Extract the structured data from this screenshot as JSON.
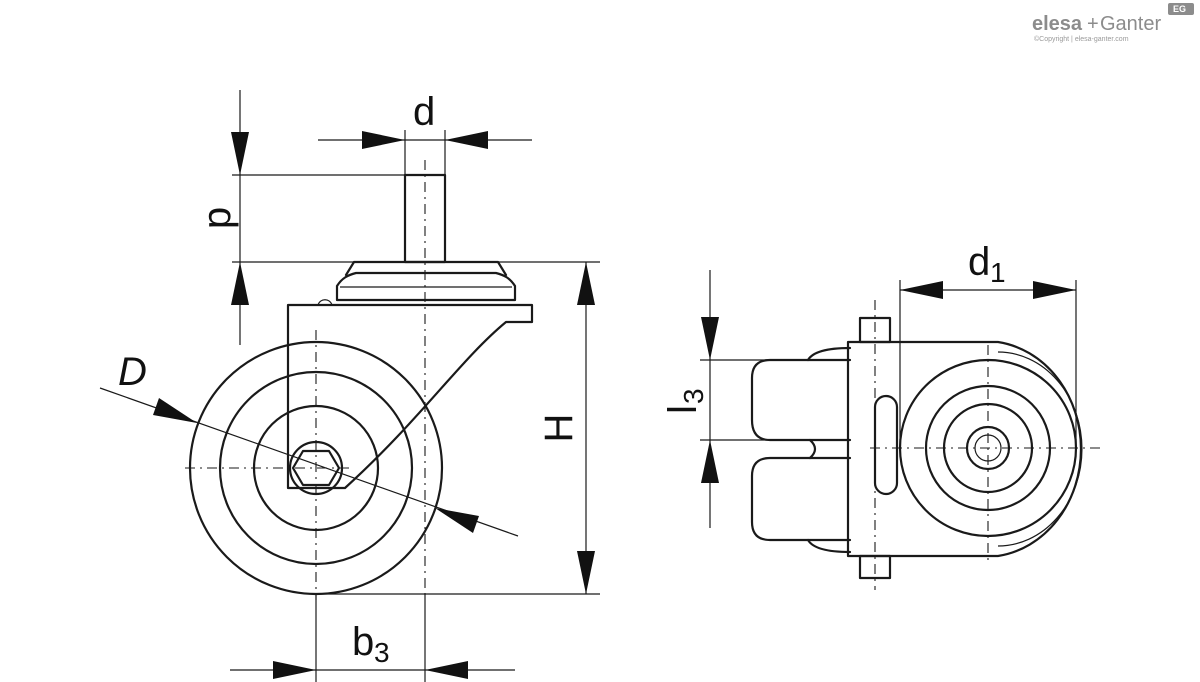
{
  "logo": {
    "word1": "elesa",
    "plus": "+",
    "word2": "Ganter",
    "badge": "EG",
    "copyright": "©Copyright | elesa-ganter.com"
  },
  "dimensions": {
    "d": "d",
    "p": "p",
    "H": "H",
    "D": "D",
    "b3_main": "b",
    "b3_sub": "3",
    "d1_main": "d",
    "d1_sub": "1",
    "l3_main": "l",
    "l3_sub": "3"
  },
  "colors": {
    "line": "#1a1a1a",
    "logo_gray": "#8c8c8c",
    "background": "#ffffff"
  }
}
